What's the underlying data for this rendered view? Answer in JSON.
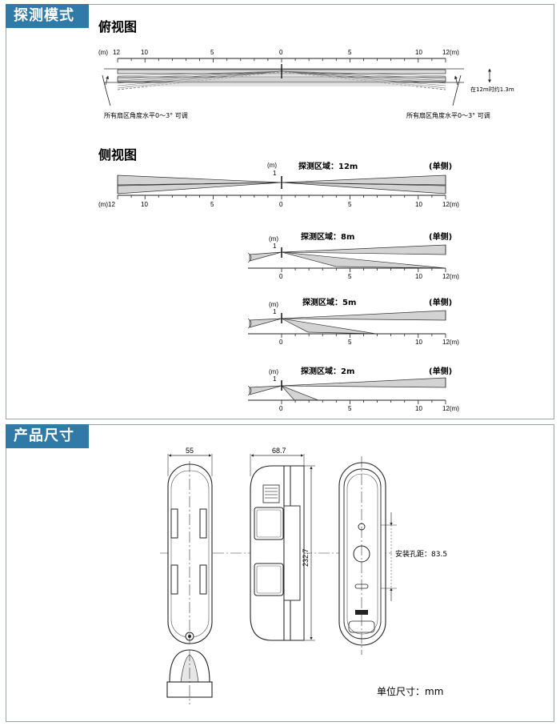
{
  "sections": {
    "detect_mode": "探测模式",
    "dimensions": "产品尺寸"
  },
  "top_view": {
    "title": "俯视图",
    "axis_unit_left": "(m)",
    "ticks": [
      "12",
      "10",
      "5",
      "0",
      "5",
      "10",
      "12(m)"
    ],
    "note_right": "在12m时约1.3m",
    "caption_left": "所有扇区角度水平0～3° 可调",
    "caption_right": "所有扇区角度水平0～3° 可调"
  },
  "side_view": {
    "title": "侧视图",
    "height_unit": "(m)",
    "height_tick": "1",
    "side_note": "(单侧)",
    "full": {
      "label": "探测区域：12m",
      "ticks": [
        "(m)12",
        "10",
        "5",
        "0",
        "5",
        "10",
        "12(m)"
      ]
    },
    "zones": [
      {
        "label": "探测区域：8m",
        "ticks": [
          "0",
          "5",
          "10",
          "12(m)"
        ]
      },
      {
        "label": "探测区域：5m",
        "ticks": [
          "0",
          "5",
          "10",
          "12(m)"
        ]
      },
      {
        "label": "探测区域：2m",
        "ticks": [
          "0",
          "5",
          "10",
          "12(m)"
        ]
      }
    ]
  },
  "dimension_drawing": {
    "width": "55",
    "depth": "68.7",
    "height": "232.7",
    "mount_spacing": "安装孔距：83.5",
    "unit_note": "单位尺寸：mm"
  }
}
